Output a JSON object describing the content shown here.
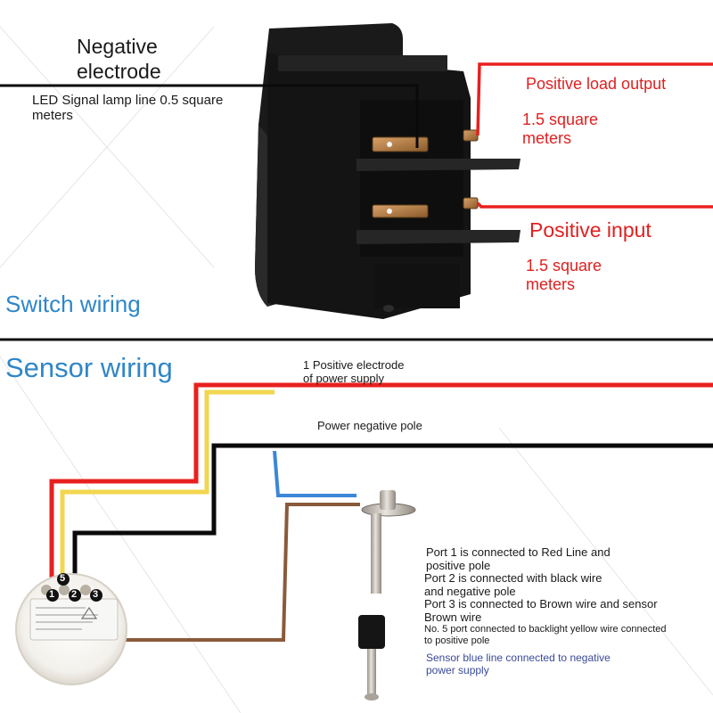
{
  "switch_section": {
    "title": "Switch wiring",
    "labels": {
      "negative_electrode": "Negative\nelectrode",
      "led_line": "LED Signal lamp line 0.5 square\nmeters",
      "positive_load_output": "Positive load output",
      "load_wire_size": "1.5 square\nmeters",
      "positive_input": "Positive input",
      "input_wire_size": "1.5 square\nmeters"
    }
  },
  "sensor_section": {
    "title": "Sensor wiring",
    "labels": {
      "positive_supply": "1 Positive electrode\nof power supply",
      "negative_pole": "Power negative pole"
    },
    "ports": [
      {
        "id": "port-1",
        "number": "1",
        "description": "Port 1 is connected to Red Line and\npositive pole"
      },
      {
        "id": "port-2",
        "number": "2",
        "description": "Port 2 is connected with black wire\nand negative pole"
      },
      {
        "id": "port-3",
        "number": "3",
        "description": "Port 3 is connected to Brown wire and sensor\nBrown wire"
      },
      {
        "id": "port-5",
        "number": "5",
        "description": "No. 5 port connected to backlight yellow wire connected\nto positive pole"
      }
    ],
    "sensor_blue_line": "Sensor blue line connected to negative\npower supply"
  },
  "colors": {
    "red_wire": "#e8201f",
    "yellow_wire": "#f2d64f",
    "black_wire": "#0a0a0a",
    "brown_wire": "#8a5a3a",
    "blue_wire": "#3b87d8",
    "section_title": "#2f86c8",
    "red_text": "#e02020"
  }
}
